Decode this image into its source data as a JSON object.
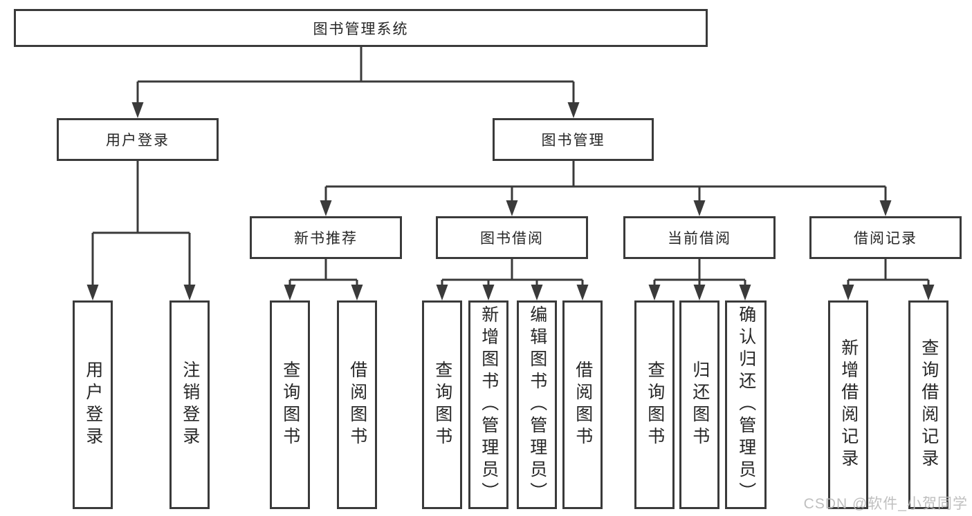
{
  "tree": {
    "root": {
      "label": "图书管理系统"
    },
    "level2": [
      {
        "label": "用户登录"
      },
      {
        "label": "图书管理"
      }
    ],
    "level3": [
      {
        "label": "新书推荐",
        "parent": "图书管理"
      },
      {
        "label": "图书借阅",
        "parent": "图书管理"
      },
      {
        "label": "当前借阅",
        "parent": "图书管理"
      },
      {
        "label": "借阅记录",
        "parent": "图书管理"
      }
    ],
    "leaves": [
      {
        "label": "用户登录",
        "parent": "用户登录"
      },
      {
        "label": "注销登录",
        "parent": "用户登录"
      },
      {
        "label": "查询图书",
        "parent": "新书推荐"
      },
      {
        "label": "借阅图书",
        "parent": "新书推荐"
      },
      {
        "label": "查询图书",
        "parent": "图书借阅"
      },
      {
        "label": "新增图书（管理员）",
        "parent": "图书借阅"
      },
      {
        "label": "编辑图书（管理员）",
        "parent": "图书借阅"
      },
      {
        "label": "借阅图书",
        "parent": "图书借阅"
      },
      {
        "label": "查询图书",
        "parent": "当前借阅"
      },
      {
        "label": "归还图书",
        "parent": "当前借阅"
      },
      {
        "label": "确认归还（管理员）",
        "parent": "当前借阅"
      },
      {
        "label": "新增借阅记录",
        "parent": "借阅记录"
      },
      {
        "label": "查询借阅记录",
        "parent": "借阅记录"
      }
    ]
  },
  "watermark": {
    "text": "CSDN @软件_小贺同学"
  },
  "colors": {
    "line": "#3a3a3a",
    "text": "#262626",
    "watermark": "#b9b9b9",
    "background": "#ffffff"
  }
}
